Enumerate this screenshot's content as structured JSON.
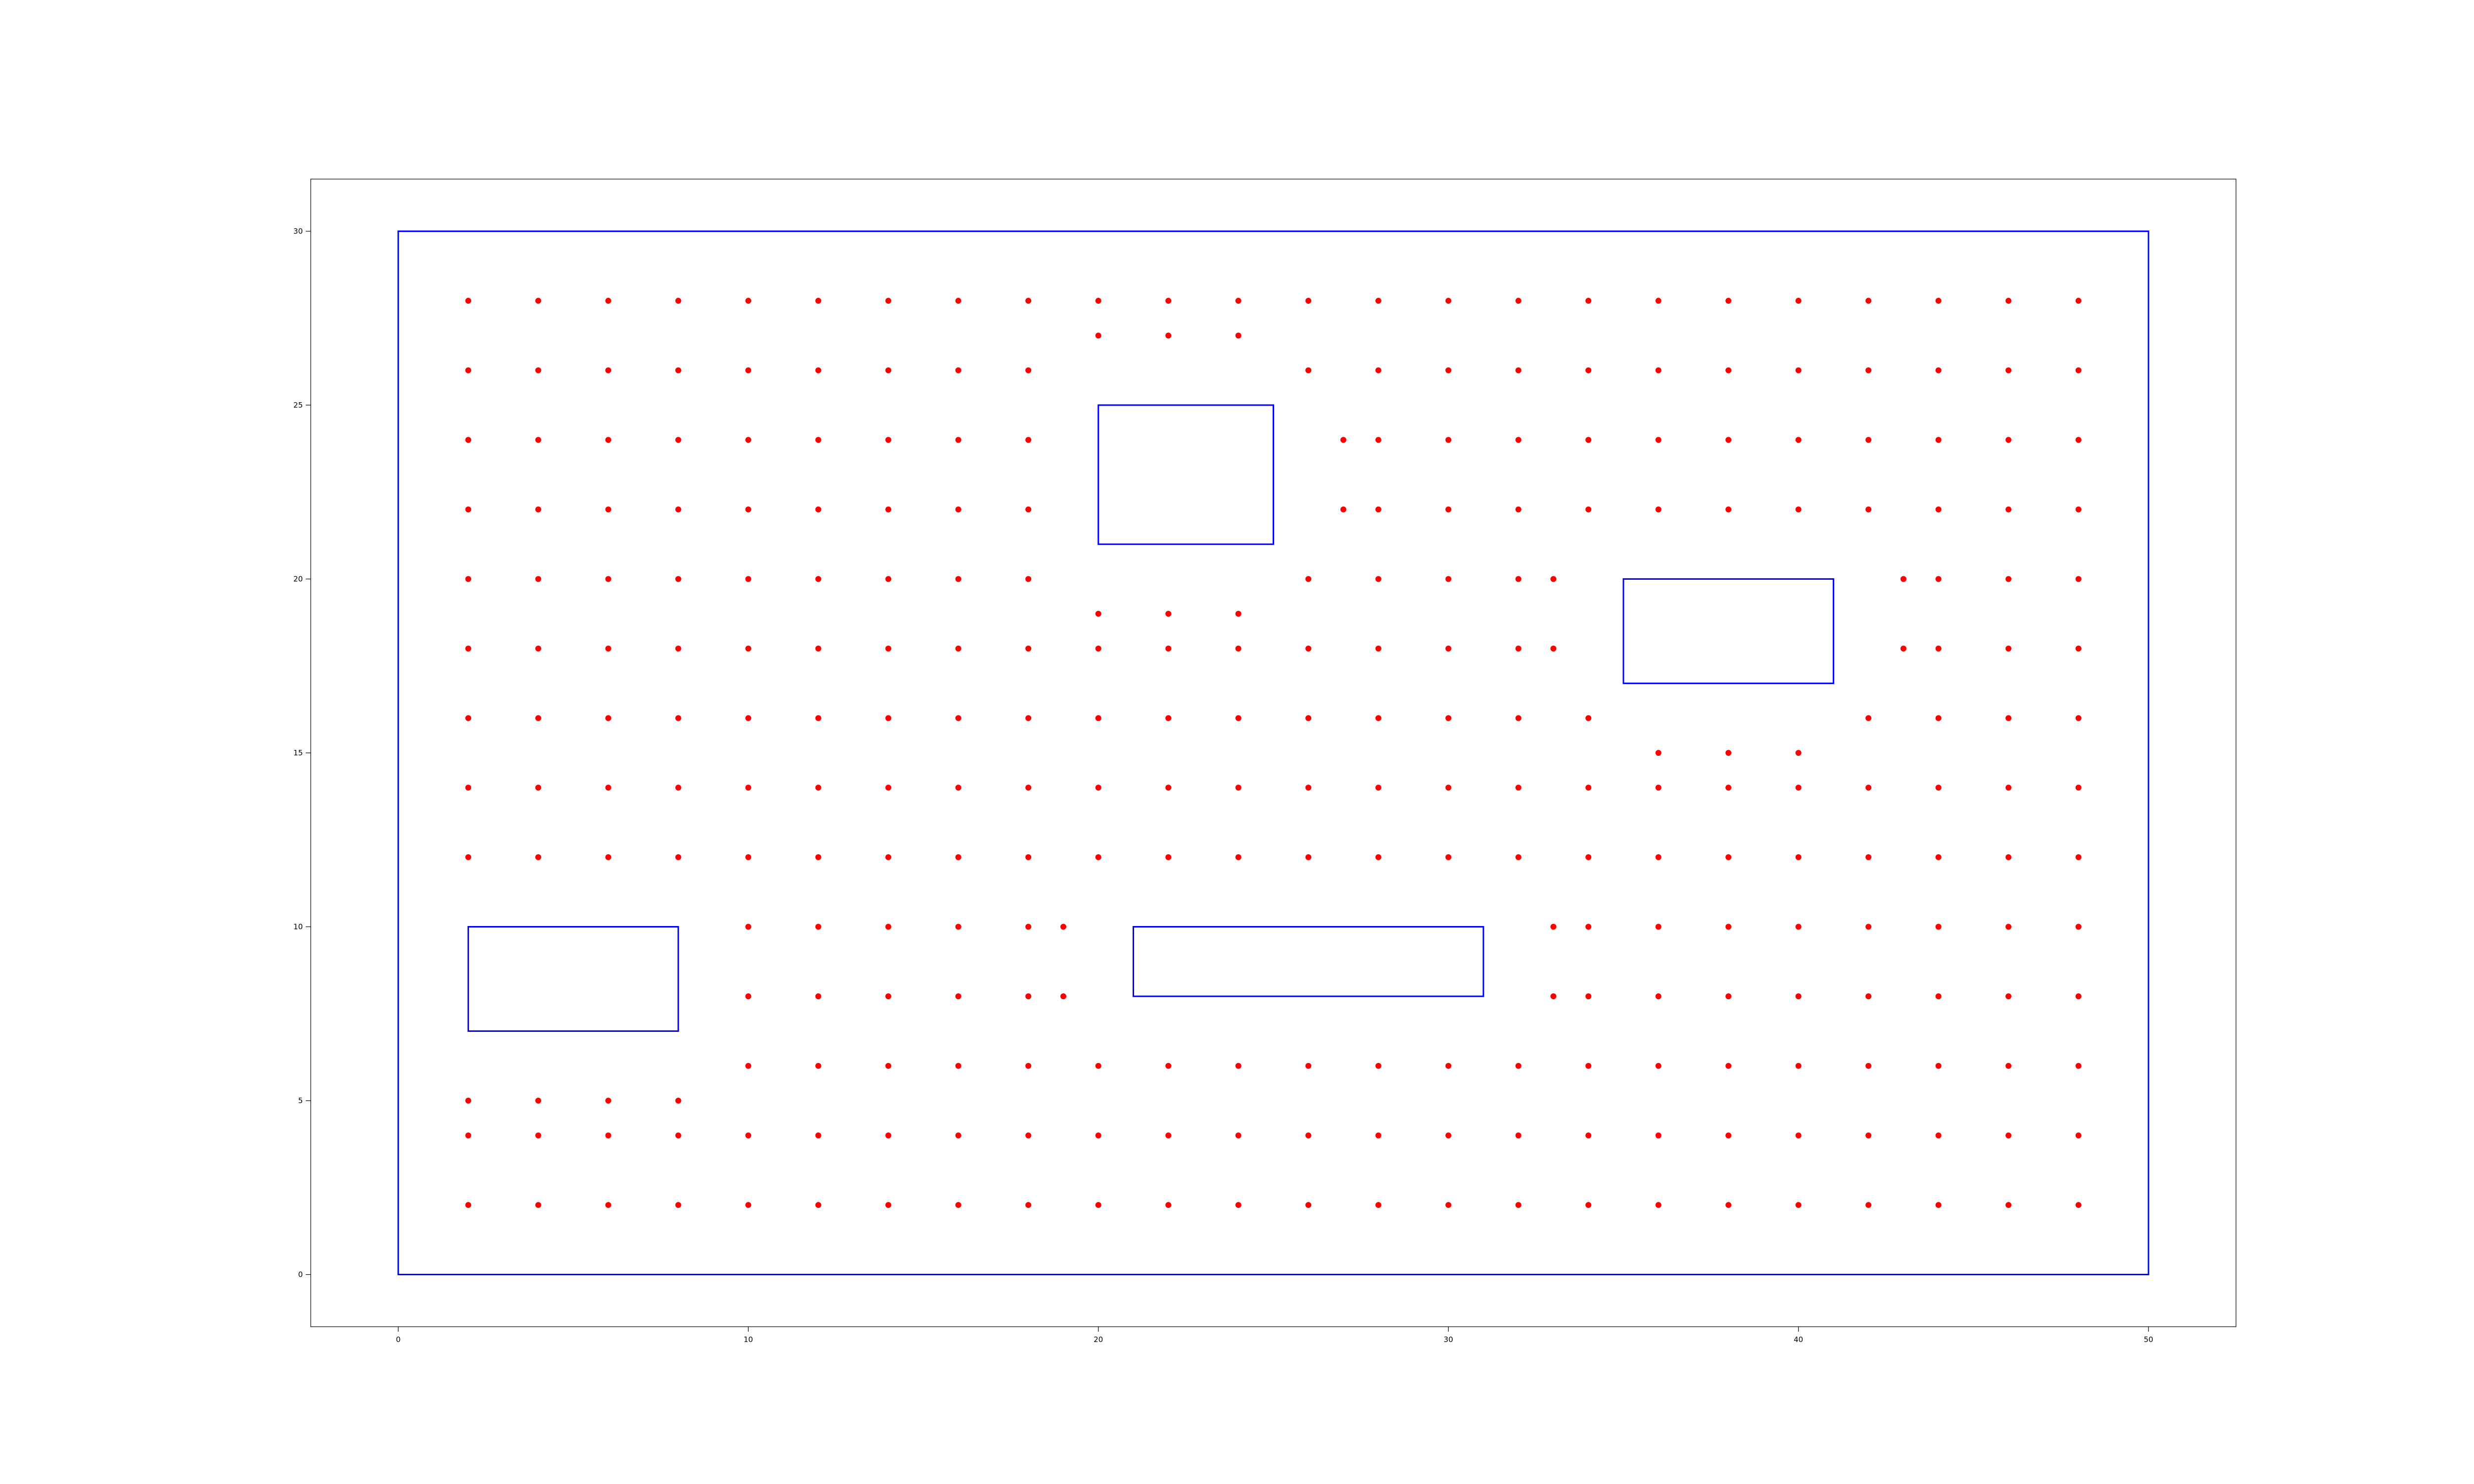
{
  "chart_data": {
    "type": "scatter",
    "title": "",
    "xlabel": "",
    "ylabel": "",
    "xlim": [
      -2.5,
      52.5
    ],
    "ylim": [
      -1.5,
      31.5
    ],
    "xticks": [
      0,
      10,
      20,
      30,
      40,
      50
    ],
    "yticks": [
      0,
      5,
      10,
      15,
      20,
      25,
      30
    ],
    "grid": false,
    "legend": "none",
    "colors": {
      "points": "#ff0000",
      "shapes": "#0000ff"
    },
    "boundary": {
      "x": [
        0,
        50
      ],
      "y": [
        0,
        30
      ]
    },
    "obstacles": [
      {
        "x": [
          20,
          25
        ],
        "y": [
          21,
          25
        ]
      },
      {
        "x": [
          35,
          41
        ],
        "y": [
          17,
          20
        ]
      },
      {
        "x": [
          2,
          8
        ],
        "y": [
          7,
          10
        ]
      },
      {
        "x": [
          21,
          31
        ],
        "y": [
          8,
          10
        ]
      }
    ],
    "points": {
      "x": [
        2,
        4,
        6,
        8,
        10,
        12,
        14,
        16,
        18,
        20,
        22,
        24,
        26,
        28,
        30,
        32,
        34,
        36,
        38,
        40,
        42,
        44,
        46,
        48,
        20,
        22,
        24,
        2,
        4,
        6,
        8,
        10,
        12,
        14,
        16,
        18,
        26,
        28,
        30,
        32,
        34,
        36,
        38,
        40,
        42,
        44,
        46,
        48,
        2,
        4,
        6,
        8,
        10,
        12,
        14,
        16,
        18,
        27,
        28,
        30,
        32,
        34,
        36,
        38,
        40,
        42,
        44,
        46,
        48,
        2,
        4,
        6,
        8,
        10,
        12,
        14,
        16,
        18,
        27,
        28,
        30,
        32,
        34,
        36,
        38,
        40,
        42,
        44,
        46,
        48,
        2,
        4,
        6,
        8,
        10,
        12,
        14,
        16,
        18,
        26,
        28,
        30,
        32,
        33,
        43,
        44,
        46,
        48,
        20,
        22,
        24,
        2,
        4,
        6,
        8,
        10,
        12,
        14,
        16,
        18,
        20,
        22,
        24,
        26,
        28,
        30,
        32,
        33,
        43,
        44,
        46,
        48,
        2,
        4,
        6,
        8,
        10,
        12,
        14,
        16,
        18,
        20,
        22,
        24,
        26,
        28,
        30,
        32,
        34,
        42,
        44,
        46,
        48,
        36,
        38,
        40,
        2,
        4,
        6,
        8,
        10,
        12,
        14,
        16,
        18,
        20,
        22,
        24,
        26,
        28,
        30,
        32,
        34,
        36,
        38,
        40,
        42,
        44,
        46,
        48,
        2,
        4,
        6,
        8,
        10,
        12,
        14,
        16,
        18,
        20,
        22,
        24,
        26,
        28,
        30,
        32,
        34,
        36,
        38,
        40,
        42,
        44,
        46,
        48,
        10,
        12,
        14,
        16,
        18,
        19,
        33,
        34,
        36,
        38,
        40,
        42,
        44,
        46,
        48,
        10,
        12,
        14,
        16,
        18,
        19,
        33,
        34,
        36,
        38,
        40,
        42,
        44,
        46,
        48,
        10,
        12,
        14,
        16,
        18,
        20,
        22,
        24,
        26,
        28,
        30,
        32,
        34,
        36,
        38,
        40,
        42,
        44,
        46,
        48,
        2,
        4,
        6,
        8,
        2,
        4,
        6,
        8,
        10,
        12,
        14,
        16,
        18,
        20,
        22,
        24,
        26,
        28,
        30,
        32,
        34,
        36,
        38,
        40,
        42,
        44,
        46,
        48,
        2,
        4,
        6,
        8,
        10,
        12,
        14,
        16,
        18,
        20,
        22,
        24,
        26,
        28,
        30,
        32,
        34,
        36,
        38,
        40,
        42,
        44,
        46,
        48
      ],
      "y": [
        28,
        28,
        28,
        28,
        28,
        28,
        28,
        28,
        28,
        28,
        28,
        28,
        28,
        28,
        28,
        28,
        28,
        28,
        28,
        28,
        28,
        28,
        28,
        28,
        27,
        27,
        27,
        26,
        26,
        26,
        26,
        26,
        26,
        26,
        26,
        26,
        26,
        26,
        26,
        26,
        26,
        26,
        26,
        26,
        26,
        26,
        26,
        26,
        24,
        24,
        24,
        24,
        24,
        24,
        24,
        24,
        24,
        24,
        24,
        24,
        24,
        24,
        24,
        24,
        24,
        24,
        24,
        24,
        24,
        22,
        22,
        22,
        22,
        22,
        22,
        22,
        22,
        22,
        22,
        22,
        22,
        22,
        22,
        22,
        22,
        22,
        22,
        22,
        22,
        22,
        20,
        20,
        20,
        20,
        20,
        20,
        20,
        20,
        20,
        20,
        20,
        20,
        20,
        20,
        20,
        20,
        20,
        20,
        19,
        19,
        19,
        18,
        18,
        18,
        18,
        18,
        18,
        18,
        18,
        18,
        18,
        18,
        18,
        18,
        18,
        18,
        18,
        18,
        18,
        18,
        18,
        18,
        16,
        16,
        16,
        16,
        16,
        16,
        16,
        16,
        16,
        16,
        16,
        16,
        16,
        16,
        16,
        16,
        16,
        16,
        16,
        16,
        16,
        15,
        15,
        15,
        14,
        14,
        14,
        14,
        14,
        14,
        14,
        14,
        14,
        14,
        14,
        14,
        14,
        14,
        14,
        14,
        14,
        14,
        14,
        14,
        14,
        14,
        14,
        14,
        12,
        12,
        12,
        12,
        12,
        12,
        12,
        12,
        12,
        12,
        12,
        12,
        12,
        12,
        12,
        12,
        12,
        12,
        12,
        12,
        12,
        12,
        12,
        12,
        10,
        10,
        10,
        10,
        10,
        10,
        10,
        10,
        10,
        10,
        10,
        10,
        10,
        10,
        10,
        8,
        8,
        8,
        8,
        8,
        8,
        8,
        8,
        8,
        8,
        8,
        8,
        8,
        8,
        8,
        6,
        6,
        6,
        6,
        6,
        6,
        6,
        6,
        6,
        6,
        6,
        6,
        6,
        6,
        6,
        6,
        6,
        6,
        6,
        6,
        5,
        5,
        5,
        5,
        4,
        4,
        4,
        4,
        4,
        4,
        4,
        4,
        4,
        4,
        4,
        4,
        4,
        4,
        4,
        4,
        4,
        4,
        4,
        4,
        4,
        4,
        4,
        4,
        2,
        2,
        2,
        2,
        2,
        2,
        2,
        2,
        2,
        2,
        2,
        2,
        2,
        2,
        2,
        2,
        2,
        2,
        2,
        2,
        2,
        2,
        2,
        2
      ]
    }
  }
}
